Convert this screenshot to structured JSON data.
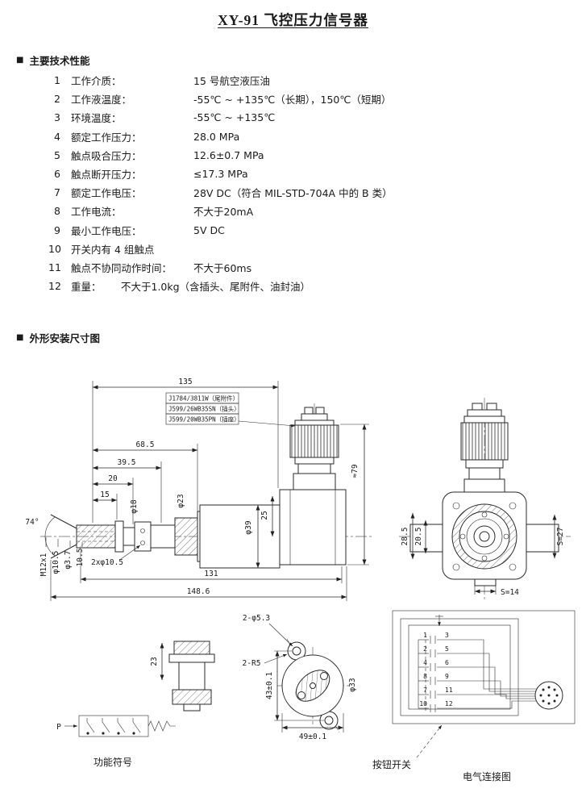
{
  "page": {
    "title": "XY-91 飞控压力信号器"
  },
  "sections": {
    "bullet": "■",
    "specs_heading": "主要技术性能",
    "dims_heading": "外形安装尺寸图"
  },
  "specs": [
    {
      "num": "1",
      "label": "工作介质：",
      "value": "15 号航空液压油"
    },
    {
      "num": "2",
      "label": "工作液温度：",
      "value": "-55℃ ~ +135℃（长期），150℃（短期）"
    },
    {
      "num": "3",
      "label": "环境温度：",
      "value": "-55℃ ~ +135℃"
    },
    {
      "num": "4",
      "label": "额定工作压力：",
      "value": "28.0 MPa"
    },
    {
      "num": "5",
      "label": "触点吸合压力：",
      "value": "12.6±0.7 MPa"
    },
    {
      "num": "6",
      "label": "触点断开压力：",
      "value": "≤17.3 MPa"
    },
    {
      "num": "7",
      "label": "额定工作电压：",
      "value": "28V DC（符合 MIL-STD-704A 中的 B 类）"
    },
    {
      "num": "8",
      "label": "工作电流：",
      "value": "不大于20mA"
    },
    {
      "num": "9",
      "label": "最小工作电压：",
      "value": "5V DC"
    },
    {
      "num": "10",
      "label": "开关内有 4 组触点",
      "value": ""
    },
    {
      "num": "11",
      "label": "触点不协同动作时间：",
      "value": "不大于60ms"
    },
    {
      "num": "12",
      "label": "重量：",
      "value": "不大于1.0kg（含插头、尾附件、油封油）"
    }
  ],
  "drawing": {
    "side_view": {
      "dim_135": "135",
      "part_labels": [
        "J1784/3811W（尾附件）",
        "J599/26WB35SN（插头）",
        "J599/20WB35PN（插座）"
      ],
      "dim_68_5": "68.5",
      "dim_39_5": "39.5",
      "dim_20": "20",
      "dim_15": "15",
      "phi18": "φ18",
      "phi23": "φ23",
      "phi39": "φ39",
      "dim_25": "25",
      "approx_79": "≈79",
      "angle_74": "74°",
      "m12": "M12x1",
      "phi10_5": "φ10.5",
      "phi3_7": "φ3.7",
      "dim_10_5": "10.5",
      "holes_2x10_5": "2xφ10.5",
      "dim_131": "131",
      "dim_148_6": "148.6"
    },
    "end_view": {
      "dim_28_5": "28.5",
      "dim_20_5": "20.5",
      "s27": "S=27",
      "s14": "S=14"
    },
    "flange_view": {
      "dim_23": "23",
      "holes": "2-φ5.3",
      "radius": "2-R5",
      "dim_43": "43±0.1",
      "phi33": "φ33",
      "dim_49": "49±0.1"
    },
    "function_symbol": {
      "p_label": "P",
      "caption": "功能符号"
    },
    "electrical": {
      "caption": "电气连接图",
      "button_label": "按钮开关",
      "contacts": [
        {
          "l": "1",
          "r": "3"
        },
        {
          "l": "2",
          "r": "5"
        },
        {
          "l": "4",
          "r": "6"
        },
        {
          "l": "8",
          "r": "9"
        },
        {
          "l": "7",
          "r": "11"
        },
        {
          "l": "10",
          "r": "12"
        }
      ]
    }
  }
}
